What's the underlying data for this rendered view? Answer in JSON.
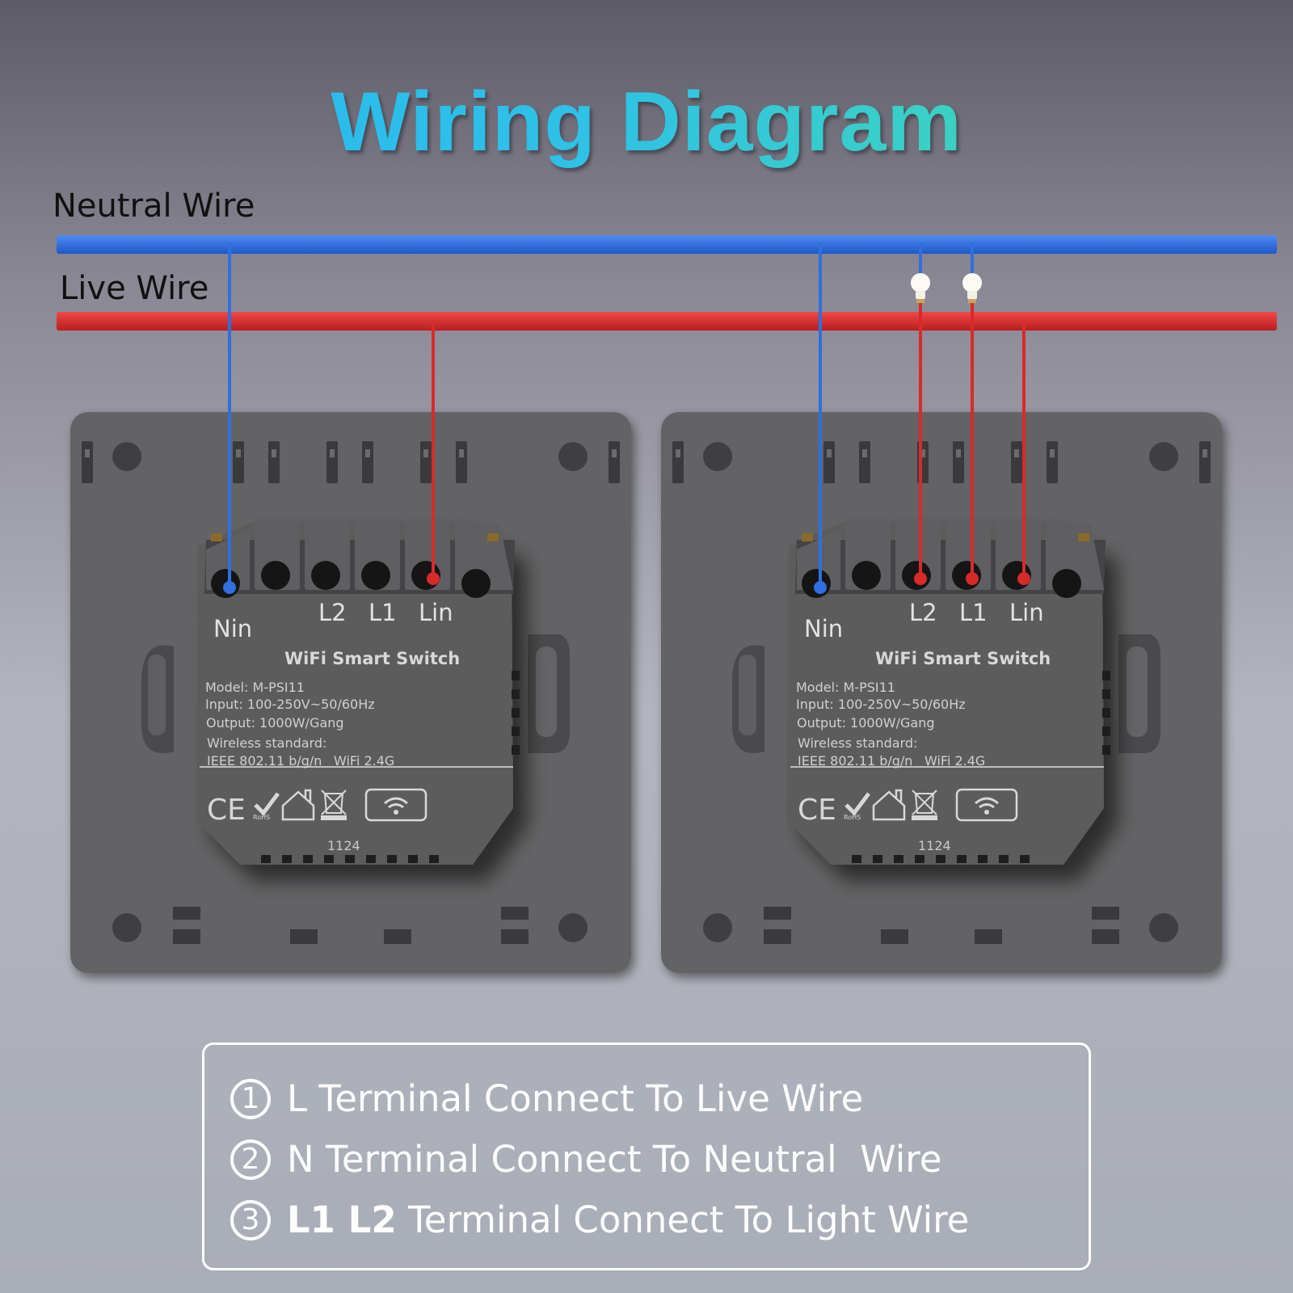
{
  "title": "Wiring Diagram",
  "wires": {
    "neutral_label": "Neutral Wire",
    "live_label": "Live Wire",
    "neutral_color": "#2f6fe0",
    "live_color": "#d92a2a"
  },
  "switches": [
    {
      "terminals": {
        "nin": "Nin",
        "l2": "L2",
        "l1": "L1",
        "lin": "Lin"
      },
      "product_name": "WiFi Smart Switch",
      "model": "Model: M-PSI11",
      "input": "Input: 100-250V~50/60Hz",
      "output": "Output: 1000W/Gang",
      "wireless": "Wireless standard:",
      "ieee": "IEEE 802.11 b/g/n",
      "wifi": "WiFi 2.4G",
      "ce": "CE",
      "rohs": "RoHS",
      "code": "1124"
    },
    {
      "terminals": {
        "nin": "Nin",
        "l2": "L2",
        "l1": "L1",
        "lin": "Lin"
      },
      "product_name": "WiFi Smart Switch",
      "model": "Model: M-PSI11",
      "input": "Input: 100-250V~50/60Hz",
      "output": "Output: 1000W/Gang",
      "wireless": "Wireless standard:",
      "ieee": "IEEE 802.11 b/g/n",
      "wifi": "WiFi 2.4G",
      "ce": "CE",
      "rohs": "RoHS",
      "code": "1124"
    }
  ],
  "instructions": [
    {
      "number": "1",
      "prefix": "L",
      "text": " Terminal Connect To Live Wire"
    },
    {
      "number": "2",
      "prefix": "N",
      "text": " Terminal Connect To Neutral  Wire"
    },
    {
      "number": "3",
      "prefix": "L1 L2",
      "text": " Terminal Connect To Light Wire"
    }
  ]
}
